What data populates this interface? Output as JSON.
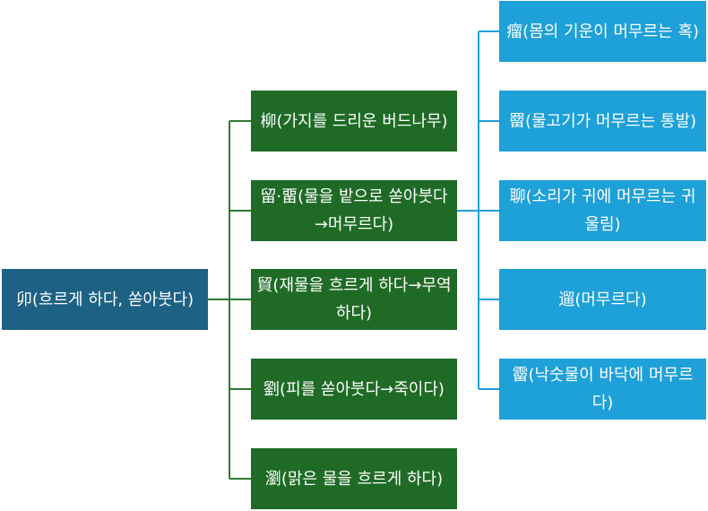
{
  "root": {
    "label": "卯(흐르게 하다, 쏟아붓다)"
  },
  "middle": [
    {
      "label": "柳(가지를 드리운 버드나무)"
    },
    {
      "label": "留·畱(물을 밭으로 쏟아붓다→머무르다)"
    },
    {
      "label": "貿(재물을 흐르게 하다→무역하다)"
    },
    {
      "label": "劉(피를 쏟아붓다→죽이다)"
    },
    {
      "label": "瀏(맑은 물을 흐르게 하다)"
    }
  ],
  "leaves": [
    {
      "label": "瘤(몸의 기운이 머무르는 혹)"
    },
    {
      "label": "罶(물고기가 머무르는 통발)"
    },
    {
      "label": "聊(소리가 귀에 머무르는 귀울림)"
    },
    {
      "label": "遛(머무르다)"
    },
    {
      "label": "霤(낙숫물이 바닥에 머무르다)"
    }
  ],
  "colors": {
    "root": "#1d6185",
    "middle": "#1f6b26",
    "leaf": "#1ea0d8",
    "middle_line": "#2d7a35",
    "leaf_line": "#1ea0d8"
  }
}
